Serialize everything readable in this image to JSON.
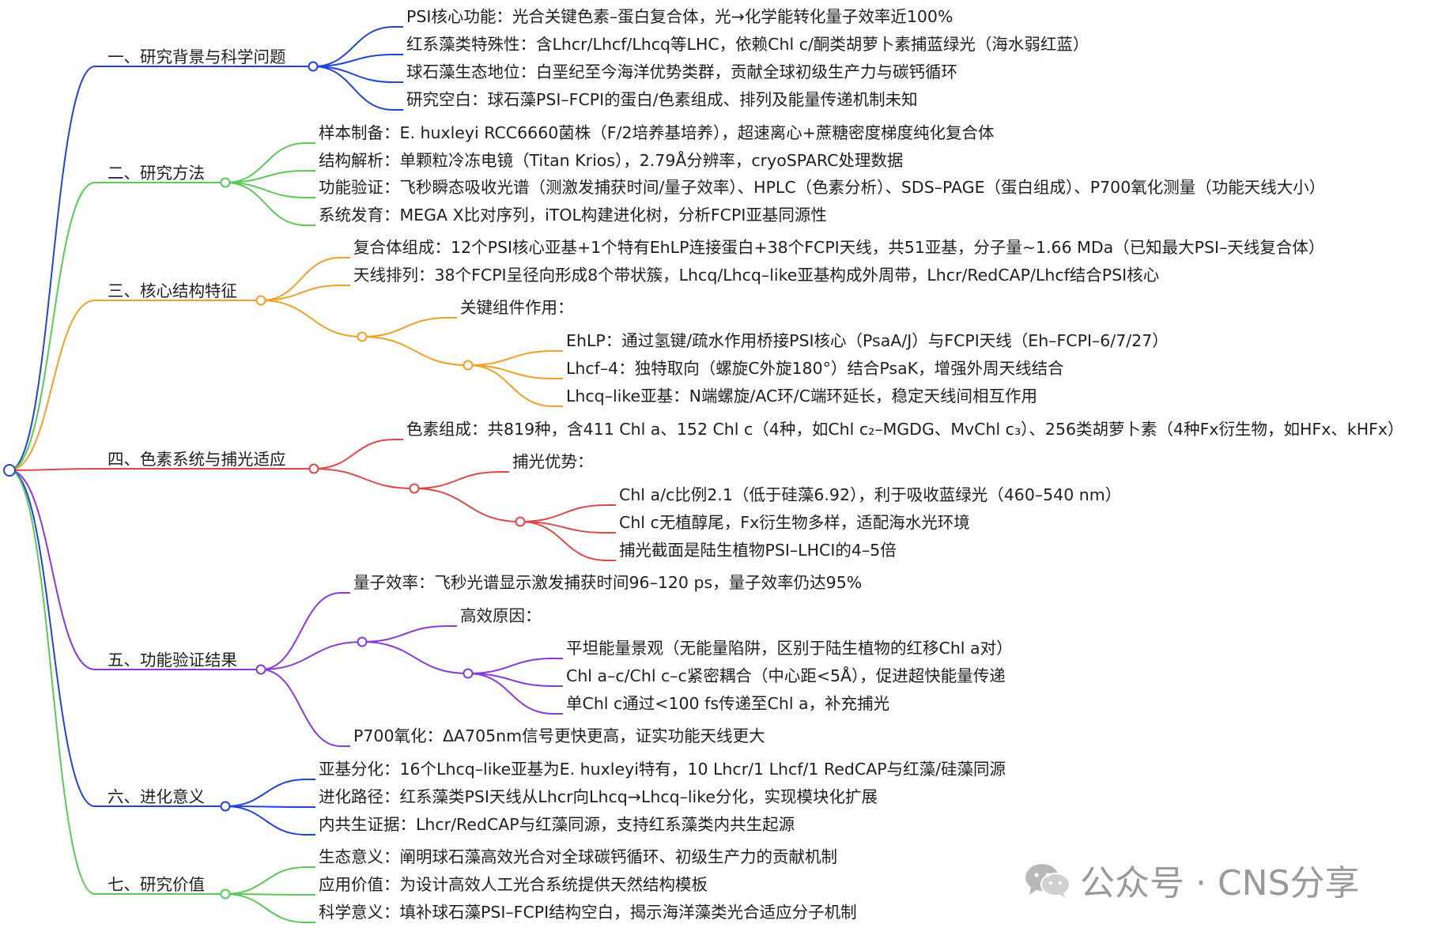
{
  "colors": {
    "blue": "#2244d6",
    "green": "#5cc85c",
    "orange": "#f0a02a",
    "red": "#e04848",
    "purple": "#8a3ad8",
    "text": "#1f1f1f",
    "watermark": "#9a9a9a"
  },
  "branches": [
    {
      "label": "一、研究背景与科学问题",
      "items": [
        "PSI核心功能：光合关键色素–蛋白复合体，光→化学能转化量子效率近100%",
        "红系藻类特殊性：含Lhcr/Lhcf/Lhcq等LHC，依赖Chl c/酮类胡萝卜素捕蓝绿光（海水弱红蓝）",
        "球石藻生态地位：白垩纪至今海洋优势类群，贡献全球初级生产力与碳钙循环",
        "研究空白：球石藻PSI–FCPI的蛋白/色素组成、排列及能量传递机制未知"
      ]
    },
    {
      "label": "二、研究方法",
      "items": [
        "样本制备：E. huxleyi RCC6660菌株（F/2培养基培养），超速离心+蔗糖密度梯度纯化复合体",
        "结构解析：单颗粒冷冻电镜（Titan Krios），2.79Å分辨率，cryoSPARC处理数据",
        "功能验证：飞秒瞬态吸收光谱（测激发捕获时间/量子效率）、HPLC（色素分析）、SDS–PAGE（蛋白组成）、P700氧化测量（功能天线大小）",
        "系统发育：MEGA X比对序列，iTOL构建进化树，分析FCPI亚基同源性"
      ]
    },
    {
      "label": "三、核心结构特征",
      "items": [
        "复合体组成：12个PSI核心亚基+1个特有EhLP连接蛋白+38个FCPI天线，共51亚基，分子量~1.66 MDa（已知最大PSI–天线复合体）",
        "天线排列：38个FCPI呈径向形成8个带状簇，Lhcq/Lhcq–like亚基构成外周带，Lhcr/RedCAP/Lhcf结合PSI核心"
      ],
      "sub_title": "关键组件作用：",
      "sub_items": [
        "EhLP：通过氢键/疏水作用桥接PSI核心（PsaA/J）与FCPI天线（Eh–FCPI–6/7/27）",
        "Lhcf–4：独特取向（螺旋C外旋180°）结合PsaK，增强外周天线结合",
        "Lhcq–like亚基：N端螺旋/AC环/C端环延长，稳定天线间相互作用"
      ]
    },
    {
      "label": "四、色素系统与捕光适应",
      "items": [
        "色素组成：共819种，含411 Chl a、152 Chl c（4种，如Chl c₂–MGDG、MvChl c₃）、256类胡萝卜素（4种Fx衍生物，如HFx、kHFx）"
      ],
      "sub_title": "捕光优势：",
      "sub_items": [
        "Chl a/c比例2.1（低于硅藻6.92），利于吸收蓝绿光（460–540 nm）",
        "Chl c无植醇尾，Fx衍生物多样，适配海水光环境",
        "捕光截面是陆生植物PSI–LHCI的4–5倍"
      ]
    },
    {
      "label": "五、功能验证结果",
      "items": [
        "量子效率：飞秒光谱显示激发捕获时间96–120 ps，量子效率仍达95%"
      ],
      "sub_title": "高效原因：",
      "sub_items": [
        "平坦能量景观（无能量陷阱，区别于陆生植物的红移Chl a对）",
        "Chl a–c/Chl c–c紧密耦合（中心距<5Å），促进超快能量传递",
        "单Chl c通过<100 fs传递至Chl a，补充捕光"
      ],
      "tail_item": "P700氧化：ΔA705nm信号更快更高，证实功能天线更大"
    },
    {
      "label": "六、进化意义",
      "items": [
        "亚基分化：16个Lhcq–like亚基为E. huxleyi特有，10 Lhcr/1 Lhcf/1 RedCAP与红藻/硅藻同源",
        "进化路径：红系藻类PSI天线从Lhcr向Lhcq→Lhcq–like分化，实现模块化扩展",
        "内共生证据：Lhcr/RedCAP与红藻同源，支持红系藻类内共生起源"
      ]
    },
    {
      "label": "七、研究价值",
      "items": [
        "生态意义：阐明球石藻高效光合对全球碳钙循环、初级生产力的贡献机制",
        "应用价值：为设计高效人工光合系统提供天然结构模板",
        "科学意义：填补球石藻PSI–FCPI结构空白，揭示海洋藻类光合适应分子机制"
      ]
    }
  ],
  "watermark": "公众号 · CNS分享"
}
